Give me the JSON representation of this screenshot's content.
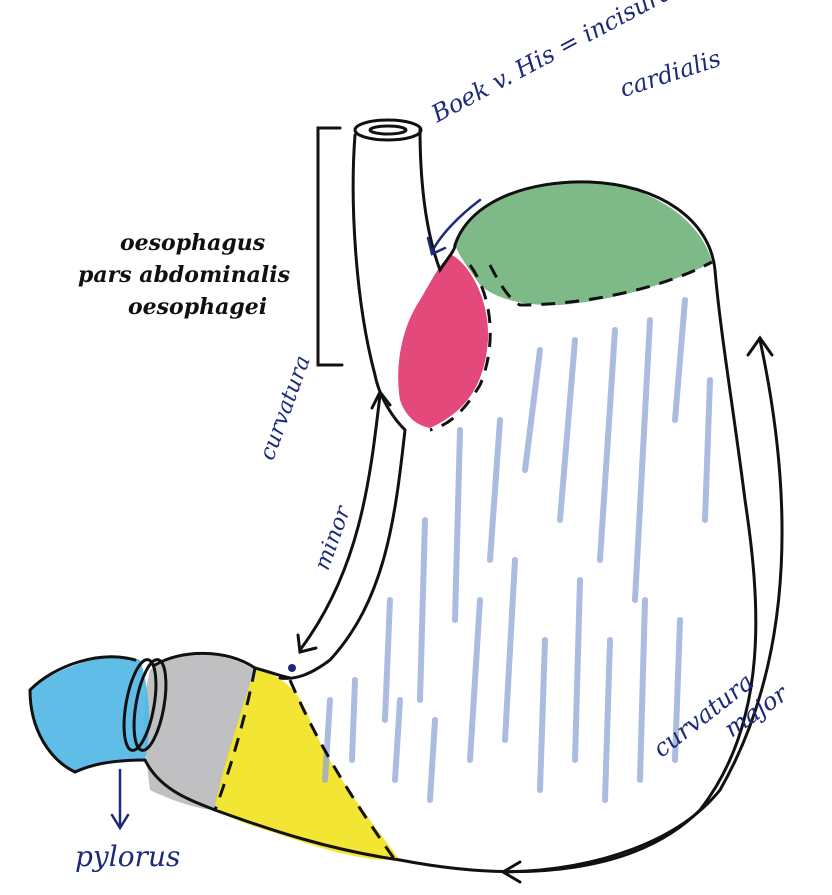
{
  "labels": {
    "oesophagus": "oesophagus",
    "pars_abdominalis": "pars abdominalis",
    "oesophagei": "oesophagei",
    "incisura": "Boek v. His = incisura",
    "cardialis": "cardialis",
    "curvatura_minor_1": "curvatura",
    "curvatura_minor_2": "minor",
    "curvatura_major_1": "curvatura",
    "curvatura_major_2": "major",
    "pylorus": "pylorus"
  },
  "colors": {
    "fundus": "#6fb27a",
    "cardia": "#e0356b",
    "antrum": "#f2e21d",
    "pyloric_canal": "#b9b9bd",
    "duodenum": "#4fb6e6",
    "stripes": "#8fa6d6",
    "ink": "#111111",
    "blue_ink": "#1d2a7a"
  }
}
